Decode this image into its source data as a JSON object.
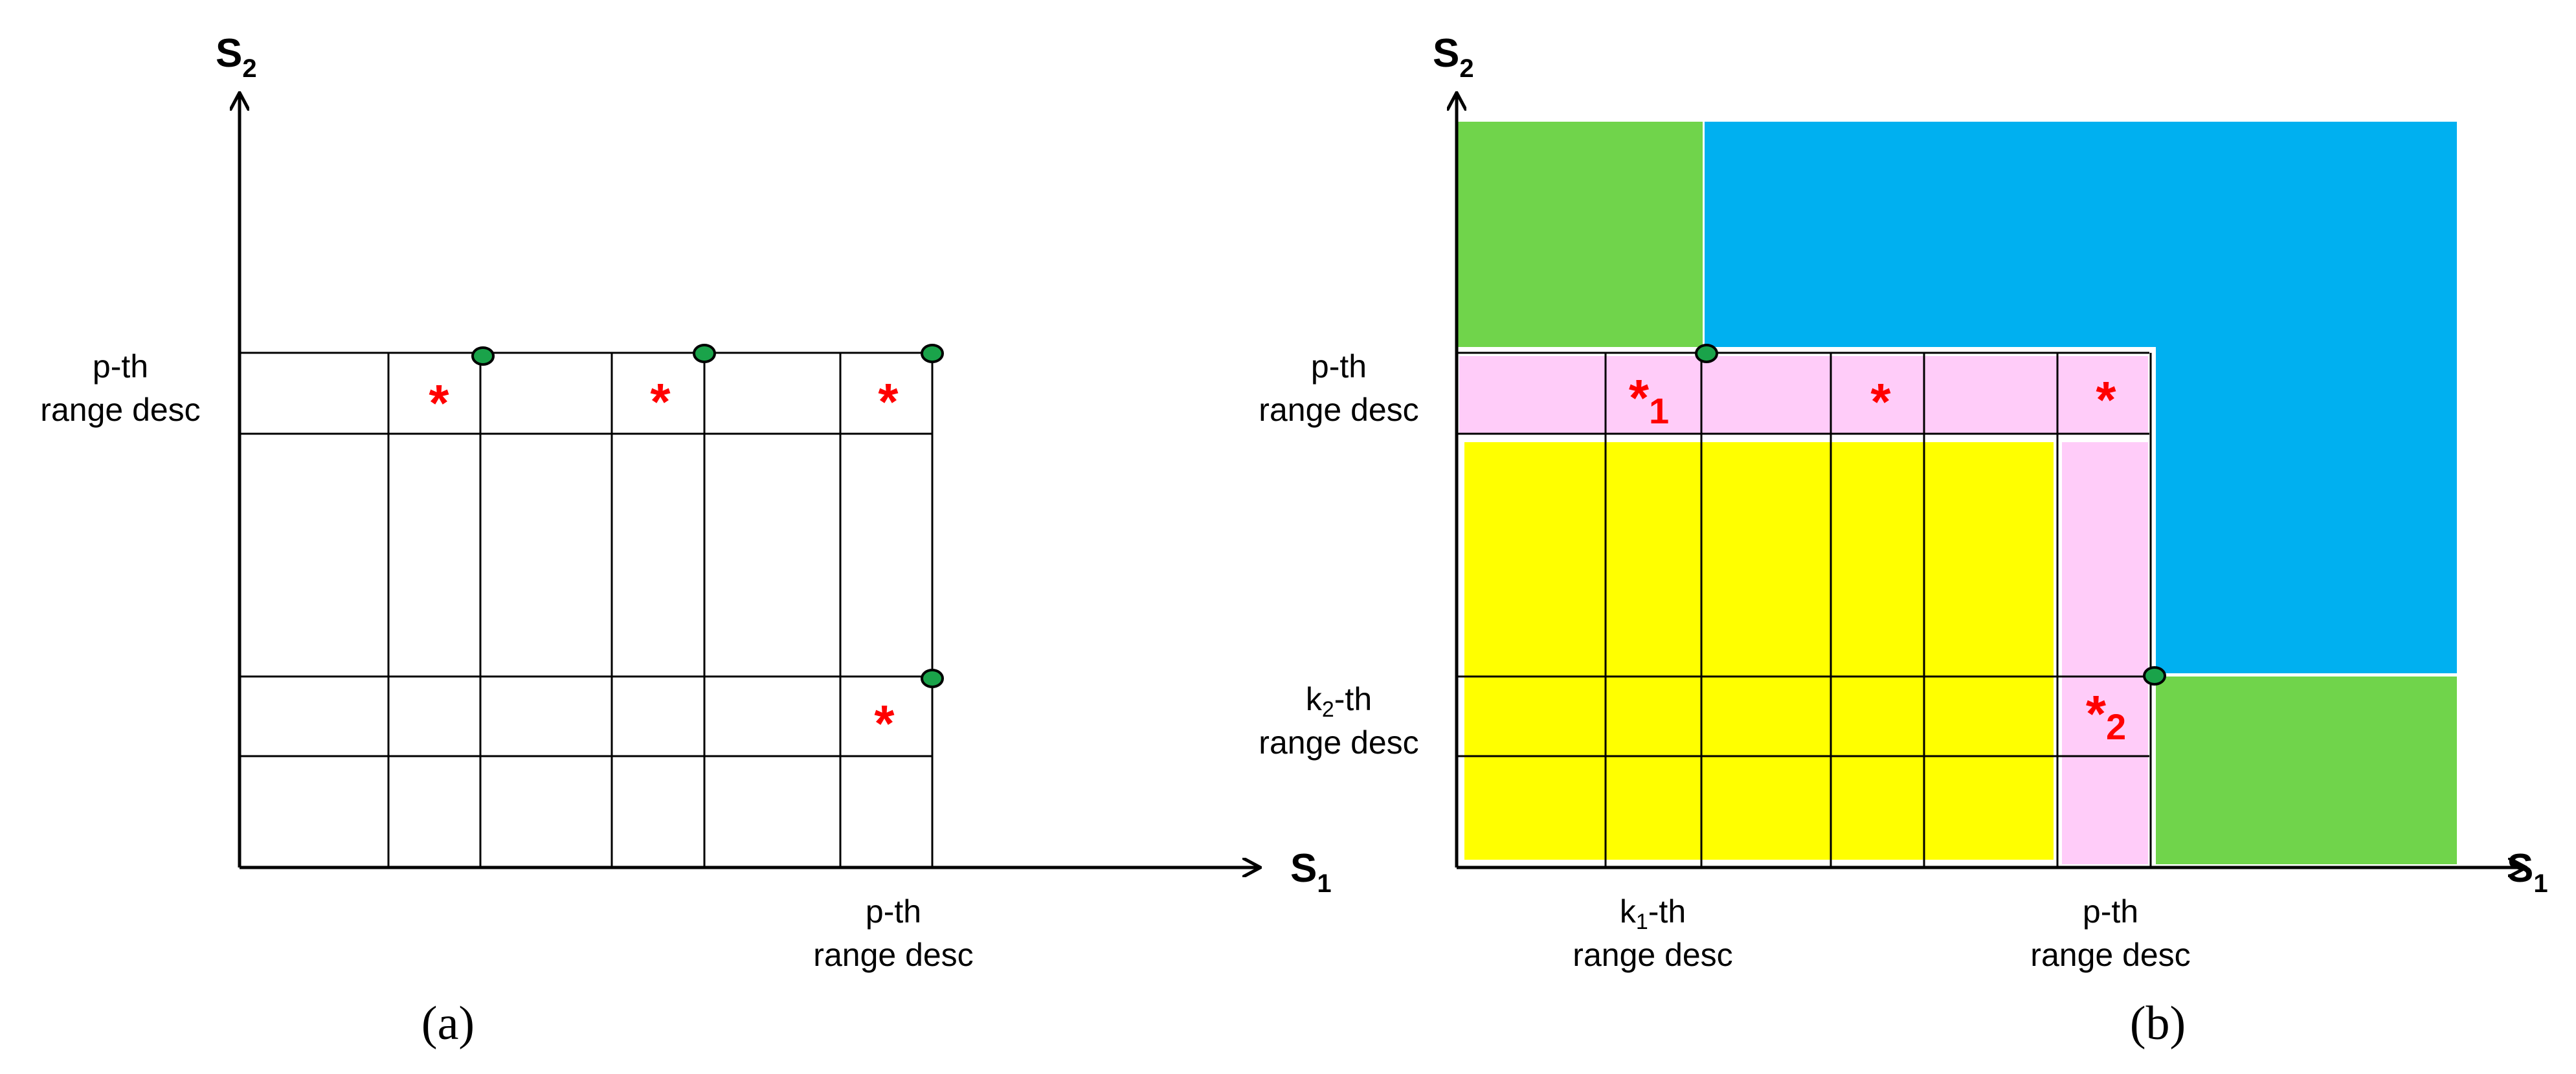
{
  "colors": {
    "star": "#ff0000",
    "dot_fill": "#1aa34a",
    "green_region": "#70d44b",
    "blue_region": "#00b0f0",
    "pink_region": "#ffccf9",
    "yellow_region": "#ffff00",
    "grid": "#000000"
  },
  "panel_a": {
    "caption": "(a)",
    "x_axis": "S",
    "x_axis_sub": "1",
    "y_axis": "S",
    "y_axis_sub": "2",
    "y_label_line1": "p-th",
    "y_label_line2": "range desc",
    "x_label_line1": "p-th",
    "x_label_line2": "range desc",
    "star": "*"
  },
  "panel_b": {
    "caption": "(b)",
    "x_axis": "S",
    "x_axis_sub": "1",
    "y_axis": "S",
    "y_axis_sub": "2",
    "y_label_p_line1": "p-th",
    "y_label_p_line2": "range desc",
    "y_label_k2_main": "k",
    "y_label_k2_sub": "2",
    "y_label_k2_suffix": "-th",
    "y_label_k2_line2": "range desc",
    "x_label_k1_main": "k",
    "x_label_k1_sub": "1",
    "x_label_k1_suffix": "-th",
    "x_label_k1_line2": "range desc",
    "x_label_p_line1": "p-th",
    "x_label_p_line2": "range desc",
    "star": "*",
    "star1_sub": "1",
    "star2_sub": "2"
  }
}
